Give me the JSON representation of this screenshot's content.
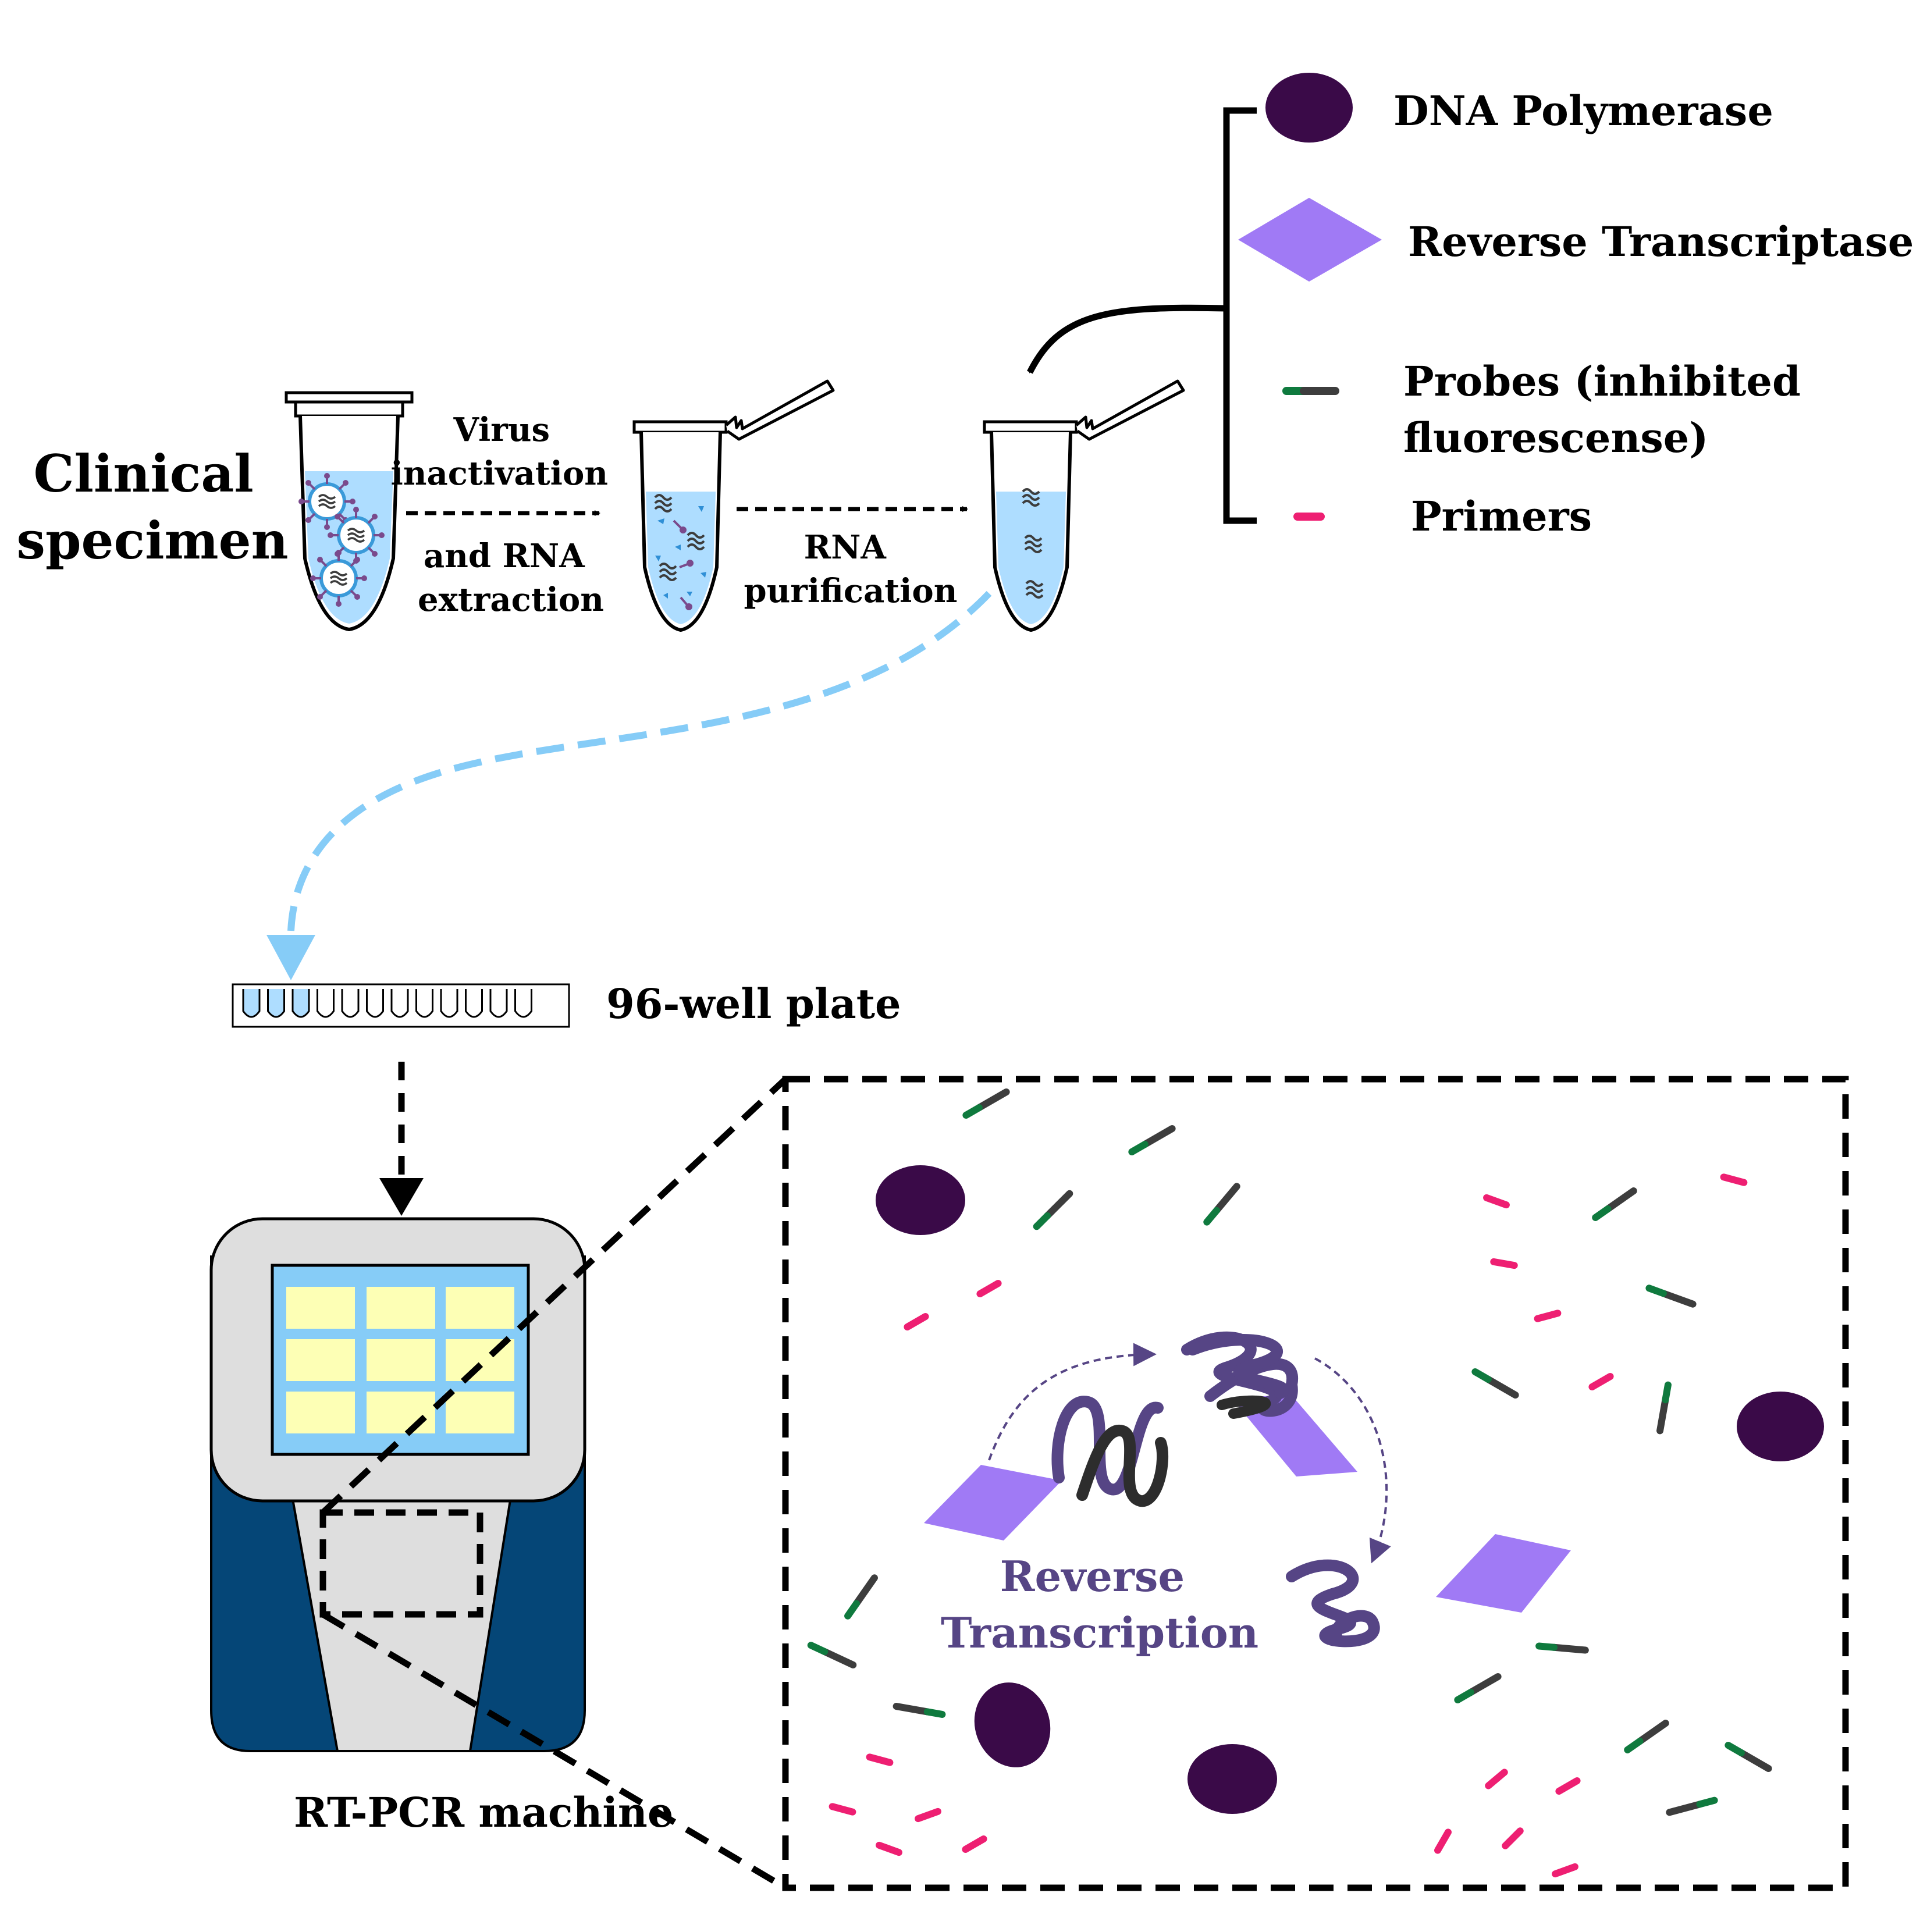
{
  "labels": {
    "clinical_line1": "Clinical",
    "clinical_line2": "specimen",
    "step1_line1": "Virus",
    "step1_line2": "inactivation",
    "step1_line3": "and RNA",
    "step1_line4": "extraction",
    "step2_line1": "RNA",
    "step2_line2": "purification",
    "plate": "96-well plate",
    "machine": "RT-PCR machine",
    "rt_line1": "Reverse",
    "rt_line2": "Transcription"
  },
  "legend": {
    "dna_polymerase": "DNA Polymerase",
    "reverse_transcriptase": "Reverse Transcriptase",
    "probes_line1": "Probes (inhibited",
    "probes_line2": "fluorescense)",
    "primers": "Primers"
  },
  "colors": {
    "polymerase": "#3a0a48",
    "transcriptase": "#a07af5",
    "probe_dark": "#3d3d3d",
    "probe_green": "#0f7a3e",
    "primer": "#ee1f72",
    "liquid": "#aeddff",
    "transfer_arrow": "#86ccf7",
    "rna_purple": "#564585",
    "machine_blue": "#054677",
    "machine_grey": "#dedede",
    "screen_blue": "#86ccf7",
    "screen_cell": "#fdffb5",
    "rt_text": "#564585"
  },
  "icons": [
    "tube-icon",
    "virus-icon",
    "rna-strand-icon",
    "polymerase-icon",
    "transcriptase-icon",
    "probe-icon",
    "primer-icon",
    "well-plate-icon",
    "rtpcr-machine-icon"
  ]
}
